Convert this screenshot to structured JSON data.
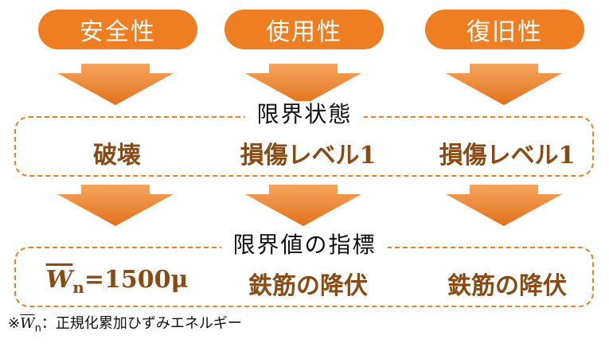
{
  "headers": [
    "安全性",
    "使用性",
    "復旧性"
  ],
  "section1": {
    "label": "限界状態",
    "cells": [
      "破壊",
      "損傷レベル1",
      "損傷レベル1"
    ]
  },
  "section2": {
    "label": "限界値の指標",
    "cell1_var": "W",
    "cell1_sub": "n",
    "cell1_rest": "=1500μ",
    "cells": [
      "鉄筋の降伏",
      "鉄筋の降伏"
    ]
  },
  "footnote": {
    "mark": "※",
    "var": "W",
    "sub": "n",
    "text": "：正規化累加ひずみエネルギー"
  },
  "colors": {
    "accent": "#ef7d22",
    "cell_text": "#8a4a14"
  }
}
